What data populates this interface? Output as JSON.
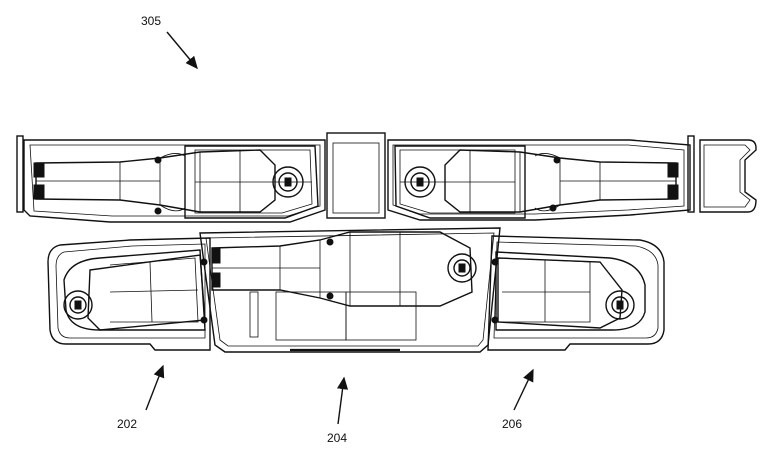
{
  "figure": {
    "labels": {
      "top_ref": "305",
      "left_ref": "202",
      "center_ref": "204",
      "right_ref": "206"
    },
    "colors": {
      "stroke": "#111111",
      "background": "#ffffff"
    }
  }
}
